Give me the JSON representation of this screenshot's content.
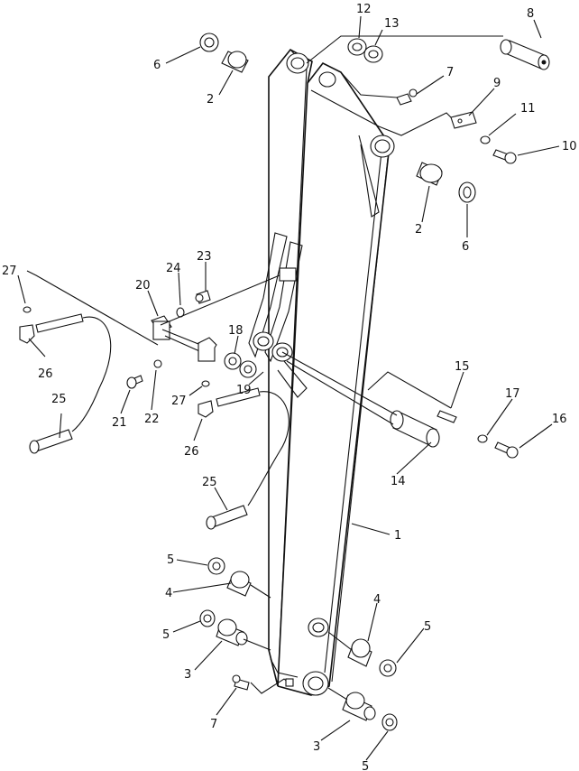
{
  "callouts": [
    {
      "id": "c1",
      "label": "1"
    },
    {
      "id": "c2a",
      "label": "2"
    },
    {
      "id": "c2b",
      "label": "2"
    },
    {
      "id": "c3a",
      "label": "3"
    },
    {
      "id": "c3b",
      "label": "3"
    },
    {
      "id": "c4a",
      "label": "4"
    },
    {
      "id": "c4b",
      "label": "4"
    },
    {
      "id": "c5a",
      "label": "5"
    },
    {
      "id": "c5b",
      "label": "5"
    },
    {
      "id": "c5c",
      "label": "5"
    },
    {
      "id": "c5d",
      "label": "5"
    },
    {
      "id": "c6a",
      "label": "6"
    },
    {
      "id": "c6b",
      "label": "6"
    },
    {
      "id": "c7a",
      "label": "7"
    },
    {
      "id": "c7b",
      "label": "7"
    },
    {
      "id": "c8",
      "label": "8"
    },
    {
      "id": "c9",
      "label": "9"
    },
    {
      "id": "c10",
      "label": "10"
    },
    {
      "id": "c11",
      "label": "11"
    },
    {
      "id": "c12",
      "label": "12"
    },
    {
      "id": "c13",
      "label": "13"
    },
    {
      "id": "c14",
      "label": "14"
    },
    {
      "id": "c15",
      "label": "15"
    },
    {
      "id": "c16",
      "label": "16"
    },
    {
      "id": "c17",
      "label": "17"
    },
    {
      "id": "c18",
      "label": "18"
    },
    {
      "id": "c19",
      "label": "19"
    },
    {
      "id": "c20",
      "label": "20"
    },
    {
      "id": "c21",
      "label": "21"
    },
    {
      "id": "c22",
      "label": "22"
    },
    {
      "id": "c23",
      "label": "23"
    },
    {
      "id": "c24",
      "label": "24"
    },
    {
      "id": "c25a",
      "label": "25"
    },
    {
      "id": "c25b",
      "label": "25"
    },
    {
      "id": "c26a",
      "label": "26"
    },
    {
      "id": "c26b",
      "label": "26"
    },
    {
      "id": "c27a",
      "label": "27"
    },
    {
      "id": "c27b",
      "label": "27"
    }
  ]
}
